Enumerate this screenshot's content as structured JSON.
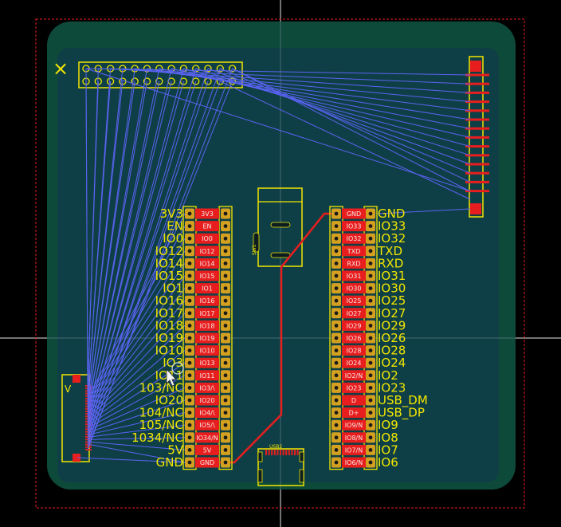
{
  "board": {
    "colors": {
      "background": "#000000",
      "board_outer": "#0e4a3a",
      "board_inner": "#0f3f46",
      "outline": "#e81e1e",
      "silkscreen": "#f2e600",
      "pad": "#e81e1e",
      "ratsnest": "#5a63f2",
      "track": "#e81e1e",
      "crosshair": "#e6e6e6"
    }
  },
  "left_header": {
    "pins": [
      "3V3",
      "EN",
      "IO0",
      "IO12",
      "IO14",
      "IO15",
      "IO1",
      "IO16",
      "IO17",
      "IO18",
      "IO19",
      "IO10",
      "IO3",
      "IO11",
      "103/NC",
      "IO20",
      "104/NC",
      "105/NC",
      "1034/NC",
      "5V",
      "GND"
    ],
    "pad_labels": [
      "3V3",
      "EN",
      "IO0",
      "IO12",
      "IO14",
      "IO15",
      "IO1",
      "IO16",
      "IO17",
      "IO18",
      "IO19",
      "IO10",
      "IO13",
      "IO11",
      "IO3/\\",
      "IO20",
      "IO4/\\",
      "IO5/\\",
      "IO34/N",
      "5V",
      "GND"
    ]
  },
  "right_header": {
    "pins": [
      "GND",
      "IO33",
      "IO32",
      "TXD",
      "RXD",
      "IO31",
      "IO30",
      "IO25",
      "IO27",
      "IO29",
      "IO26",
      "IO28",
      "IO24",
      "IO2",
      "IO23",
      "USB_DM",
      "USB_DP",
      "IO9",
      "IO8",
      "IO7",
      "IO6"
    ],
    "pad_labels": [
      "GND",
      "IO33",
      "IO32",
      "TXD",
      "RXD",
      "IO31",
      "IO30",
      "IO25",
      "IO27",
      "IO29",
      "IO26",
      "IO28",
      "IO24",
      "IO2/N",
      "IO23",
      "D",
      "D+",
      "IO9/N",
      "IO8/N",
      "IO7/N",
      "IO6/N"
    ]
  },
  "components": {
    "switch_ref": "SW1",
    "usb_ref": "USB2",
    "fpc_marker": "V",
    "close_mark": "×"
  }
}
